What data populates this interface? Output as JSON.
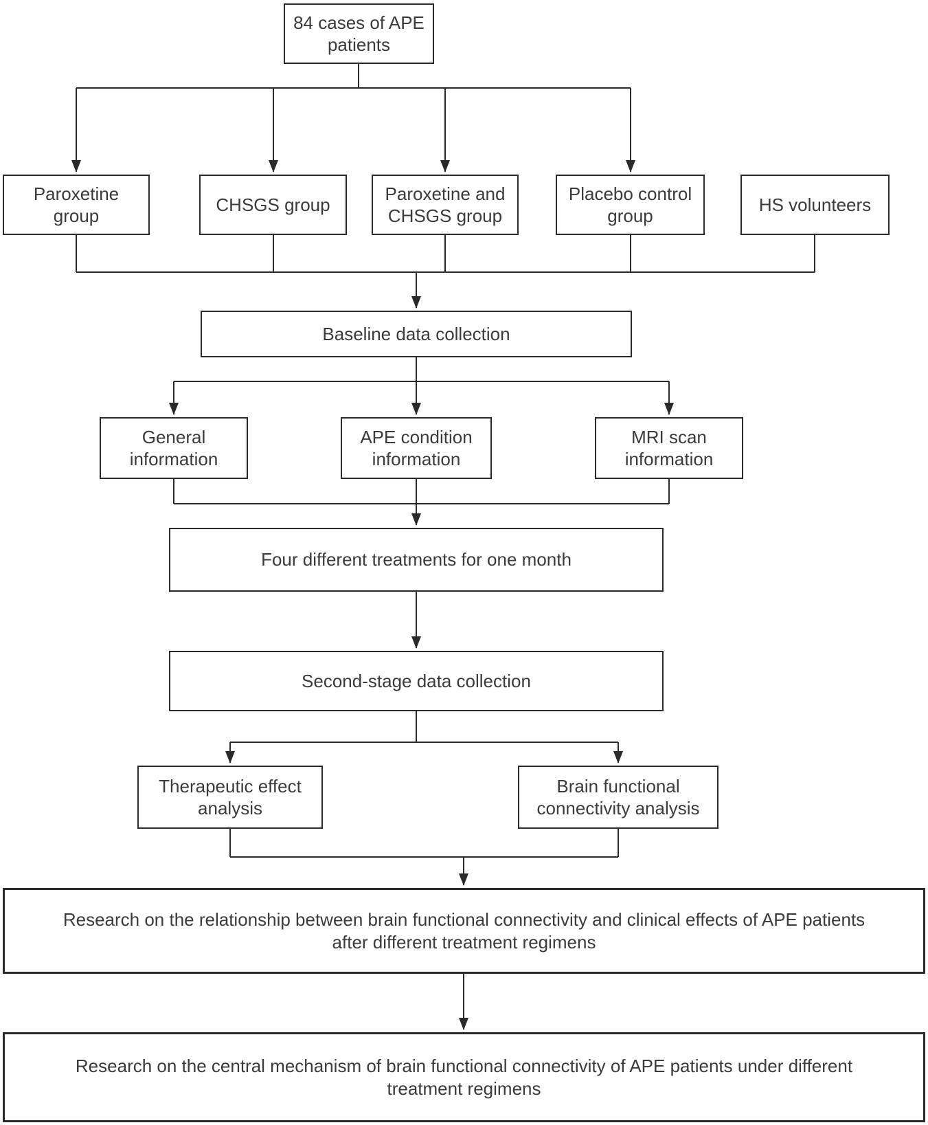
{
  "diagram": {
    "nodes": {
      "total_cases": {
        "label": "84 cases of APE\npatients"
      },
      "paroxetine_group": {
        "label": "Paroxetine\ngroup"
      },
      "chsgs_group": {
        "label": "CHSGS group"
      },
      "paroxetine_chsgs_group": {
        "label": "Paroxetine and\nCHSGS group"
      },
      "placebo_group": {
        "label": "Placebo control\ngroup"
      },
      "hs_volunteers": {
        "label": "HS volunteers"
      },
      "baseline": {
        "label": "Baseline data collection"
      },
      "general_info": {
        "label": "General\ninformation"
      },
      "ape_condition_info": {
        "label": "APE condition\ninformation"
      },
      "mri_scan_info": {
        "label": "MRI scan\ninformation"
      },
      "treatments": {
        "label": "Four different treatments for one month"
      },
      "second_stage": {
        "label": "Second-stage data collection"
      },
      "therapeutic_analysis": {
        "label": "Therapeutic effect\nanalysis"
      },
      "brain_fc_analysis": {
        "label": "Brain functional\nconnectivity analysis"
      },
      "research_relationship": {
        "label": "Research on the relationship between brain functional connectivity and clinical effects of APE patients\nafter different treatment regimens"
      },
      "research_mechanism": {
        "label": "Research on the central mechanism of brain functional connectivity of APE patients under different\ntreatment regimens"
      }
    },
    "colors": {
      "border": "#2a2a2a",
      "line": "#2a2a2a",
      "text": "#3b3b3b",
      "background": "#ffffff"
    }
  }
}
